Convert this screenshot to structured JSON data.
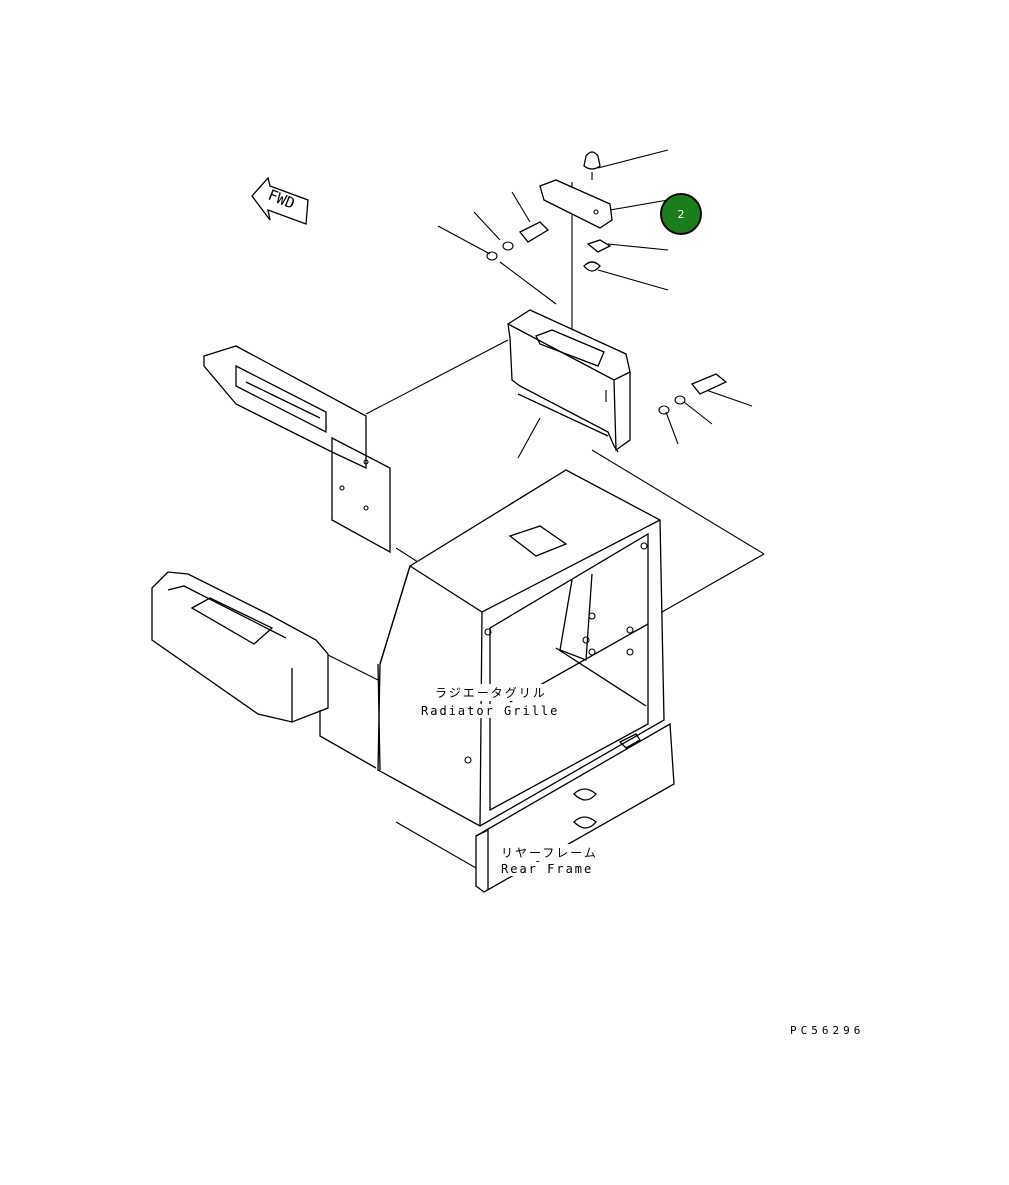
{
  "diagram": {
    "fwd_label": "FWD",
    "callout_number": "2",
    "callout_color": "#1c7d1c",
    "labels": {
      "radiator_grille_jp": "ラジエータグリル",
      "radiator_grille_en": "Radiator Grille",
      "rear_frame_jp": "リヤーフレーム",
      "rear_frame_en": "Rear Frame"
    },
    "figure_code": "PC56296"
  }
}
